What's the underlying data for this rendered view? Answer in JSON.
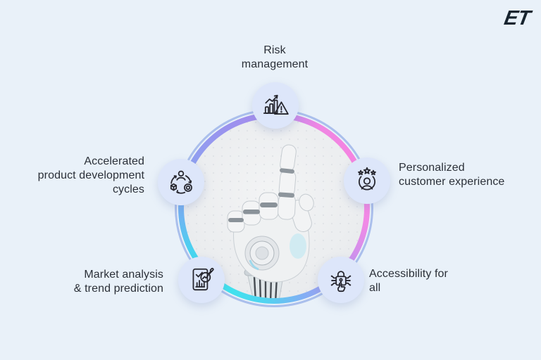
{
  "page": {
    "background_color": "#e9f1f9",
    "accent_colors": {
      "ring_pink": "#f983e0",
      "ring_purple": "#ab8bee",
      "ring_blue": "#6fb4f2",
      "ring_cyan": "#3fe3ee",
      "thin_ring": "#aabfec",
      "icon_bubble": "#dde6fa",
      "text": "#2b3038"
    }
  },
  "logo": {
    "text": "ET"
  },
  "diagram": {
    "center_image_alt": "White robotic hand pointing upward inside gradient circle",
    "items": [
      {
        "id": "risk",
        "label": "Risk\nmanagement",
        "icon": "risk-management-icon"
      },
      {
        "id": "accelerated",
        "label": "Accelerated\nproduct development\ncycles",
        "icon": "product-development-cycle-icon"
      },
      {
        "id": "personalized",
        "label": "Personalized\ncustomer experience",
        "icon": "customer-rating-icon"
      },
      {
        "id": "market",
        "label": "Market analysis\n& trend prediction",
        "icon": "market-analysis-icon"
      },
      {
        "id": "accessibility",
        "label": "Accessibility for\nall",
        "icon": "accessibility-lock-icon"
      }
    ]
  }
}
